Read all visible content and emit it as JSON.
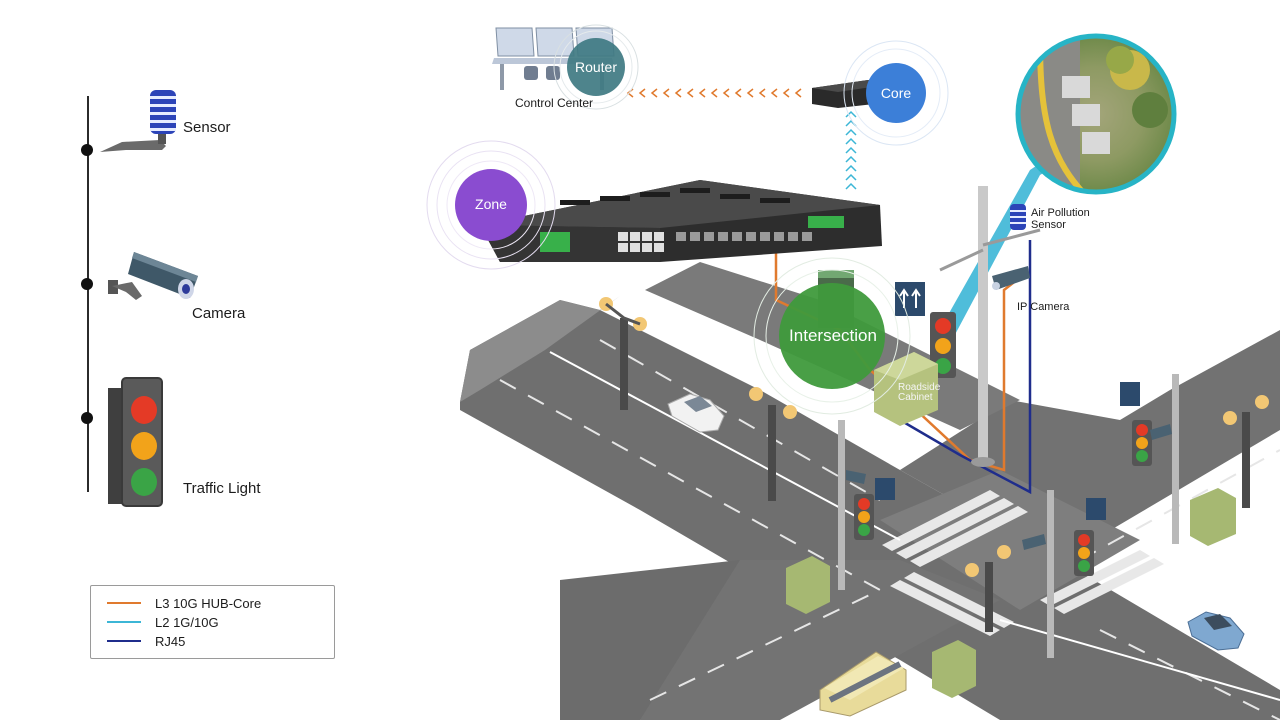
{
  "left_panel": {
    "sensor_label": "Sensor",
    "camera_label": "Camera",
    "traffic_light_label": "Traffic Light"
  },
  "legend": {
    "items": [
      {
        "label": "L3 10G HUB-Core",
        "color": "#e07a2e"
      },
      {
        "label": "L2 1G/10G",
        "color": "#3cb6d6"
      },
      {
        "label": "RJ45",
        "color": "#1f2d8c"
      }
    ]
  },
  "network": {
    "router_label": "Router",
    "core_label": "Core",
    "zone_label": "Zone",
    "intersection_label": "Intersection",
    "control_center_label": "Control Center"
  },
  "scene_labels": {
    "air_pollution_line1": "Air Pollution",
    "air_pollution_line2": "Sensor",
    "ip_camera": "IP Camera",
    "roadside_line1": "Roadside",
    "roadside_line2": "Cabinet"
  },
  "colors": {
    "router_bubble": "#3f7a82",
    "core_bubble": "#3c7fd8",
    "zone_bubble": "#8a4cd0",
    "intersection_bubble": "#3f9a3c",
    "road": "#6f6f6f",
    "sidewalk": "#8c8c8c",
    "ground": "#ffffff",
    "aerial_ring": "#27b4c6"
  },
  "icons": [
    "sensor-icon",
    "camera-icon",
    "traffic-light-icon",
    "switch-icon",
    "computer-icon"
  ]
}
